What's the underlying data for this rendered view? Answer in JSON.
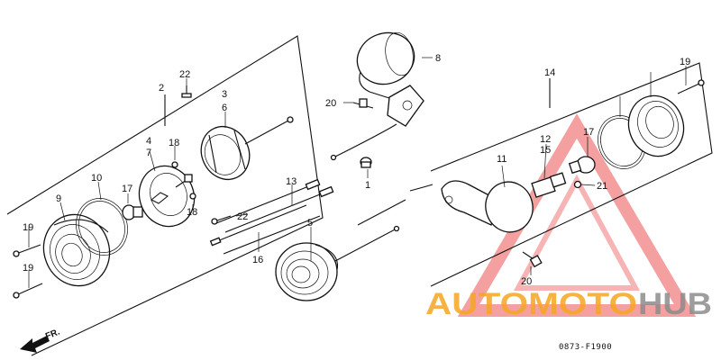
{
  "diagram": {
    "drawing_code": "0873-F1900",
    "direction_label": "FR.",
    "watermark": {
      "text_part1": "AUTOMOTO",
      "text_part2": "HUB",
      "color_part1": "#f5a623",
      "color_part2": "#8c8c8c",
      "triangle_color": "#ef6b6b"
    },
    "callouts": [
      "1",
      "2",
      "3",
      "4",
      "5",
      "6",
      "7",
      "8",
      "9",
      "10",
      "11",
      "12",
      "13",
      "14",
      "15",
      "16",
      "17",
      "18",
      "19",
      "20",
      "21",
      "22"
    ]
  }
}
